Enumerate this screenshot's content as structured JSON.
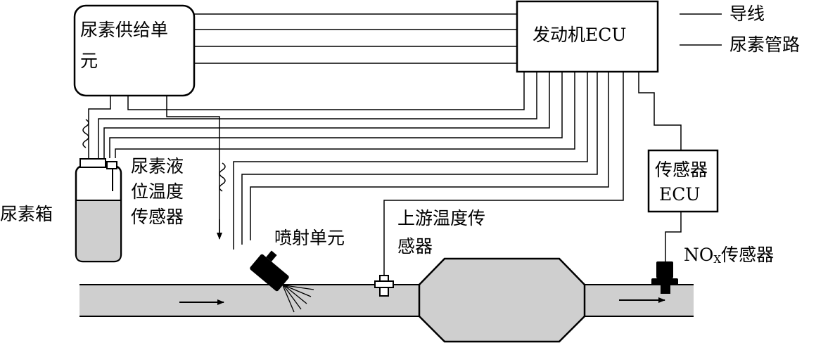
{
  "labels": {
    "supply_unit_line1": "尿素供给单",
    "supply_unit_line2": "元",
    "engine_ecu": "发动机ECU",
    "legend_wire": "导线",
    "legend_pipe": "尿素管路",
    "tank": "尿素箱",
    "level_sensor_line1": "尿素液",
    "level_sensor_line2": "位温度",
    "level_sensor_line3": "传感器",
    "injector": "喷射单元",
    "upstream_sensor_line1": "上游温度传",
    "upstream_sensor_line2": "感器",
    "sensor_ecu_line1": "传感器",
    "sensor_ecu_line2": "ECU",
    "nox_prefix": "NO",
    "nox_sub": "X",
    "nox_suffix": "传感器"
  },
  "colors": {
    "line": "#000000",
    "fill_gray": "#cfcfcf",
    "background": "#ffffff"
  }
}
